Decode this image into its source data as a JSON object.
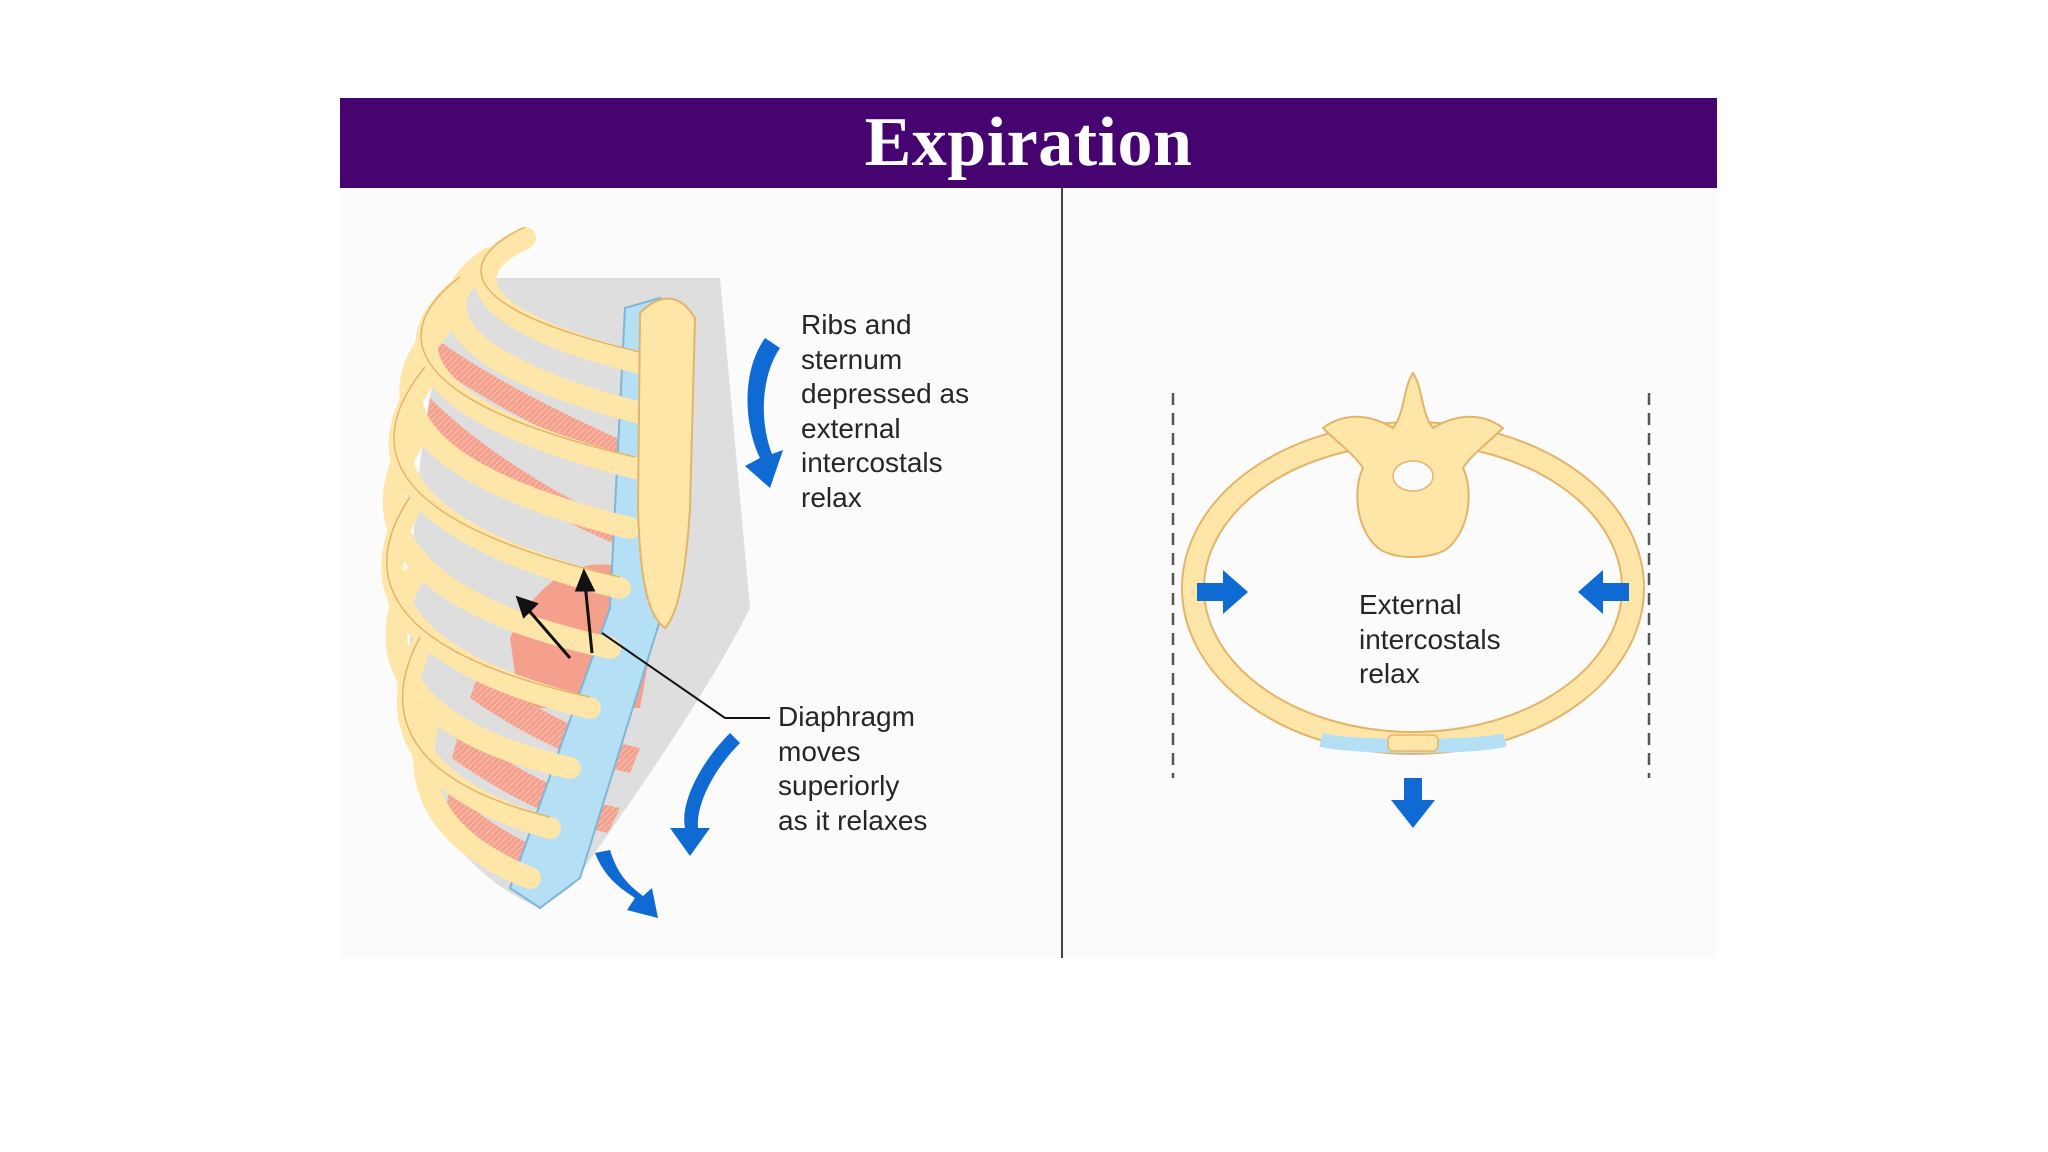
{
  "title": "Expiration",
  "labels": {
    "ribs": "Ribs and\nsternum\ndepressed as\nexternal\nintercostals\nrelax",
    "diaphragm": "Diaphragm\nmoves\nsuperiorly\nas it relaxes",
    "intercostals": "External\nintercostals\nrelax"
  },
  "colors": {
    "title_bar": "#460470",
    "bone": "#fde6a8",
    "cartilage": "#b5dff5",
    "muscle": "#f4a08c",
    "arrow": "#0f6ad4"
  }
}
